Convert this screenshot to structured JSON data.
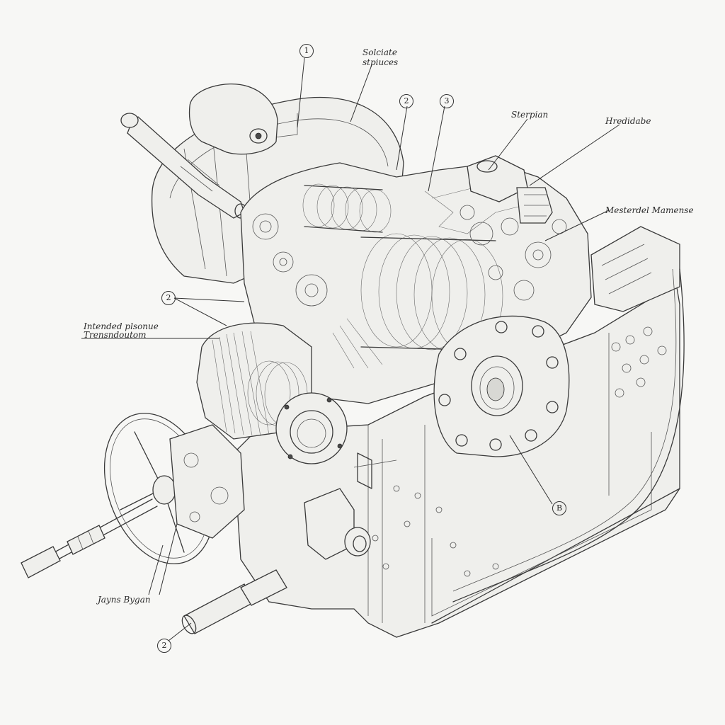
{
  "labels": {
    "callout_top_1": "1",
    "solicite_line1": "Solciate",
    "solicite_line2": "stpiuces",
    "callout_2": "2",
    "callout_3": "3",
    "sterpian": "Sterpian",
    "hredidabe": "Hredidabe",
    "mesterdel": "Mesterdel Mamense",
    "callout_left_2": "2",
    "intended_line1": "Intended plsonue",
    "intended_line2": "Trensndoutom",
    "callout_b": "B",
    "jayns_bygan": "Jayns Bygan",
    "callout_bottom": "2"
  },
  "icons": [
    "engine-drawing",
    "steering-wheel",
    "flange-plate",
    "coil-winding"
  ],
  "colors": {
    "ink": "#3a3a3a",
    "paper": "#f7f7f5"
  }
}
